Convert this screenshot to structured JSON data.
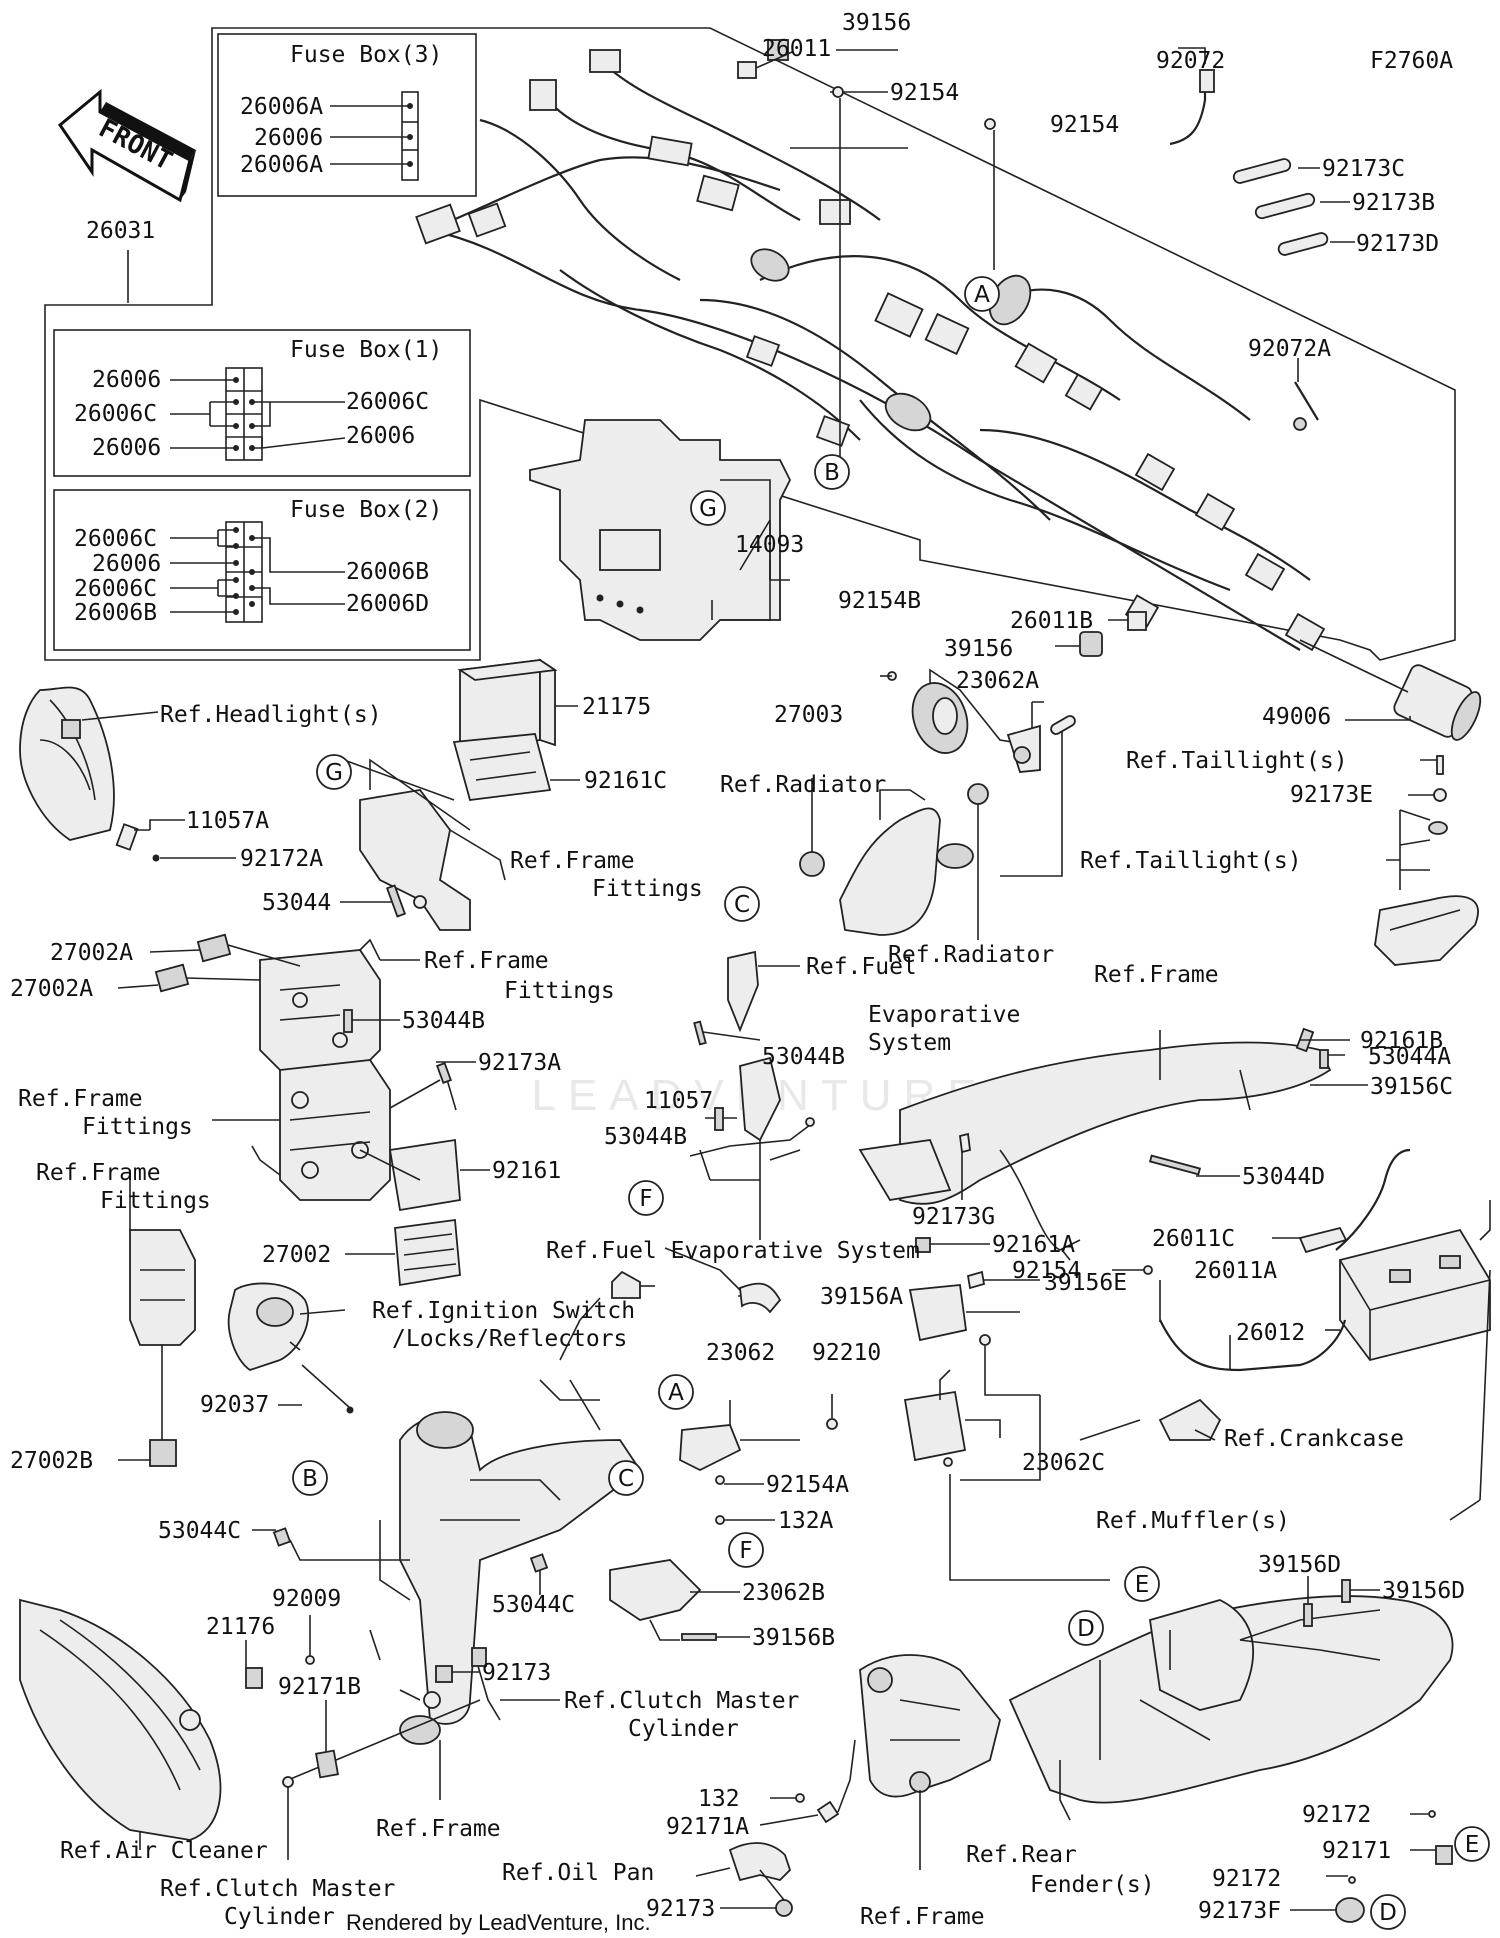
{
  "diagram_code": "F2760A",
  "footer": "Rendered by LeadVenture, Inc.",
  "front_label": "FRONT",
  "watermark": "LEADVENTURE",
  "fuse_boxes": {
    "box3": {
      "title": "Fuse Box(3)",
      "parts": [
        "26006A",
        "26006",
        "26006A"
      ]
    },
    "box1": {
      "title": "Fuse Box(1)",
      "left": [
        "26006",
        "26006C",
        "26006"
      ],
      "right": [
        "26006C",
        "26006"
      ]
    },
    "box2": {
      "title": "Fuse Box(2)",
      "left": [
        "26006C",
        "26006",
        "26006C",
        "26006B"
      ],
      "right": [
        "26006B",
        "26006D"
      ]
    }
  },
  "labels": {
    "p39156_top": "39156",
    "p26011_top": "26011",
    "p92154_a": "92154",
    "p92154_b": "92154",
    "p92072": "92072",
    "p92173C": "92173C",
    "p92173B": "92173B",
    "p92173D": "92173D",
    "p26031": "26031",
    "p92072A": "92072A",
    "p14093": "14093",
    "p92154B": "92154B",
    "p26011B": "26011B",
    "p39156_mid": "39156",
    "p23062A": "23062A",
    "p27003": "27003",
    "p49006": "49006",
    "ref_headlight": "Ref.Headlight(s)",
    "p21175": "21175",
    "p92161C": "92161C",
    "ref_radiator_1": "Ref.Radiator",
    "ref_taillight_1": "Ref.Taillight(s)",
    "p92173E": "92173E",
    "ref_taillight_2": "Ref.Taillight(s)",
    "p11057A": "11057A",
    "p92172A": "92172A",
    "ref_frame_fittings_1a": "Ref.Frame",
    "ref_frame_fittings_1b": "Fittings",
    "p53044": "53044",
    "ref_radiator_2": "Ref.Radiator",
    "p27002A_1": "27002A",
    "p27002A_2": "27002A",
    "ref_frame_fittings_2a": "Ref.Frame",
    "ref_frame_fittings_2b": "Fittings",
    "ref_frame_1": "Ref.Frame",
    "ref_fuel_evap_a": "Ref.Fuel",
    "ref_fuel_evap_b": "Evaporative",
    "ref_fuel_evap_c": "System",
    "p92161B": "92161B",
    "p53044B_1": "53044B",
    "p53044A": "53044A",
    "p53044B_2": "53044B",
    "p92173A": "92173A",
    "p39156C": "39156C",
    "ref_frame_fittings_3a": "Ref.Frame",
    "ref_frame_fittings_3b": "Fittings",
    "p11057": "11057",
    "p53044B_3": "53044B",
    "ref_frame_fittings_4a": "Ref.Frame",
    "ref_frame_fittings_4b": "Fittings",
    "p92161": "92161",
    "p53044D": "53044D",
    "p92173G": "92173G",
    "ref_fuel_evap_sys": "Ref.Fuel Evaporative System",
    "p27002": "27002",
    "p26011C": "26011C",
    "p92154_c": "92154",
    "p26011A": "26011A",
    "ref_ignition_a": "Ref.Ignition Switch",
    "ref_ignition_b": "/Locks/Reflectors",
    "p39156A": "39156A",
    "p23062": "23062",
    "p92210": "92210",
    "p92161A": "92161A",
    "p26012": "26012",
    "p92037": "92037",
    "p39156E": "39156E",
    "ref_crankcase": "Ref.Crankcase",
    "p27002B": "27002B",
    "p92154A": "92154A",
    "p23062C": "23062C",
    "p132A": "132A",
    "ref_mufflers": "Ref.Muffler(s)",
    "p53044C_1": "53044C",
    "p23062B": "23062B",
    "p39156D_1": "39156D",
    "p39156D_2": "39156D",
    "p92009": "92009",
    "p53044C_2": "53044C",
    "p39156B": "39156B",
    "p21176": "21176",
    "p92173_a": "92173",
    "p92171B": "92171B",
    "ref_clutch_1a": "Ref.Clutch Master",
    "ref_clutch_1b": "Cylinder",
    "p132": "132",
    "p92172_a": "92172",
    "p92171A": "92171A",
    "p92171": "92171",
    "ref_frame_2": "Ref.Frame",
    "ref_rear_fender_a": "Ref.Rear",
    "ref_rear_fender_b": "Fender(s)",
    "ref_air_cleaner": "Ref.Air Cleaner",
    "ref_oil_pan": "Ref.Oil Pan",
    "p92172_b": "92172",
    "ref_clutch_2a": "Ref.Clutch Master",
    "ref_clutch_2b": "Cylinder",
    "p92173_b": "92173",
    "p92173F": "92173F",
    "ref_frame_3": "Ref.Frame"
  },
  "callouts": {
    "A": "A",
    "B": "B",
    "C": "C",
    "D": "D",
    "E": "E",
    "F": "F",
    "G": "G"
  }
}
